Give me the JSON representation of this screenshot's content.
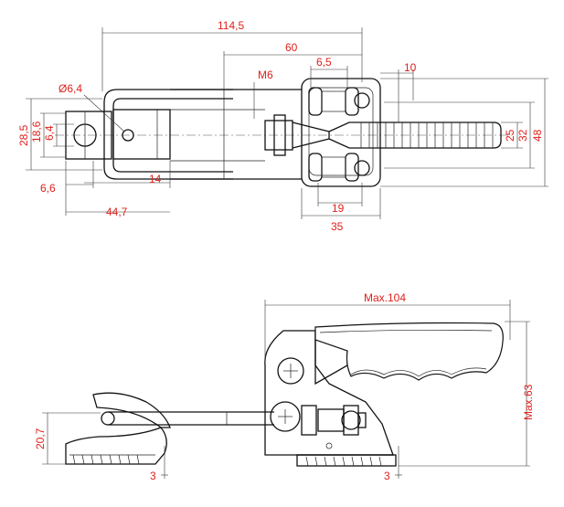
{
  "dimensions": {
    "top_view": {
      "overall_length": "114,5",
      "handle_length": "60",
      "thread": "M6",
      "nut_width": "6,5",
      "nut_offset": "10",
      "hole_diameter": "Ø6,4",
      "height_outer": "28,5",
      "height_mid": "18,6",
      "height_inner": "6,4",
      "base_offset": "6,6",
      "slot_width": "14",
      "hook_length": "44,7",
      "base_width_inner": "19",
      "base_width_outer": "35",
      "handle_width_inner": "25",
      "handle_width_mid": "32",
      "handle_width_outer": "48"
    },
    "side_view": {
      "max_length": "Max.104",
      "max_height": "Max.63",
      "hook_height": "20,7",
      "hook_base_thickness": "3",
      "base_thickness": "3"
    }
  },
  "colors": {
    "dimension_text": "#e0201b",
    "lines": "#111111",
    "background": "#ffffff"
  }
}
